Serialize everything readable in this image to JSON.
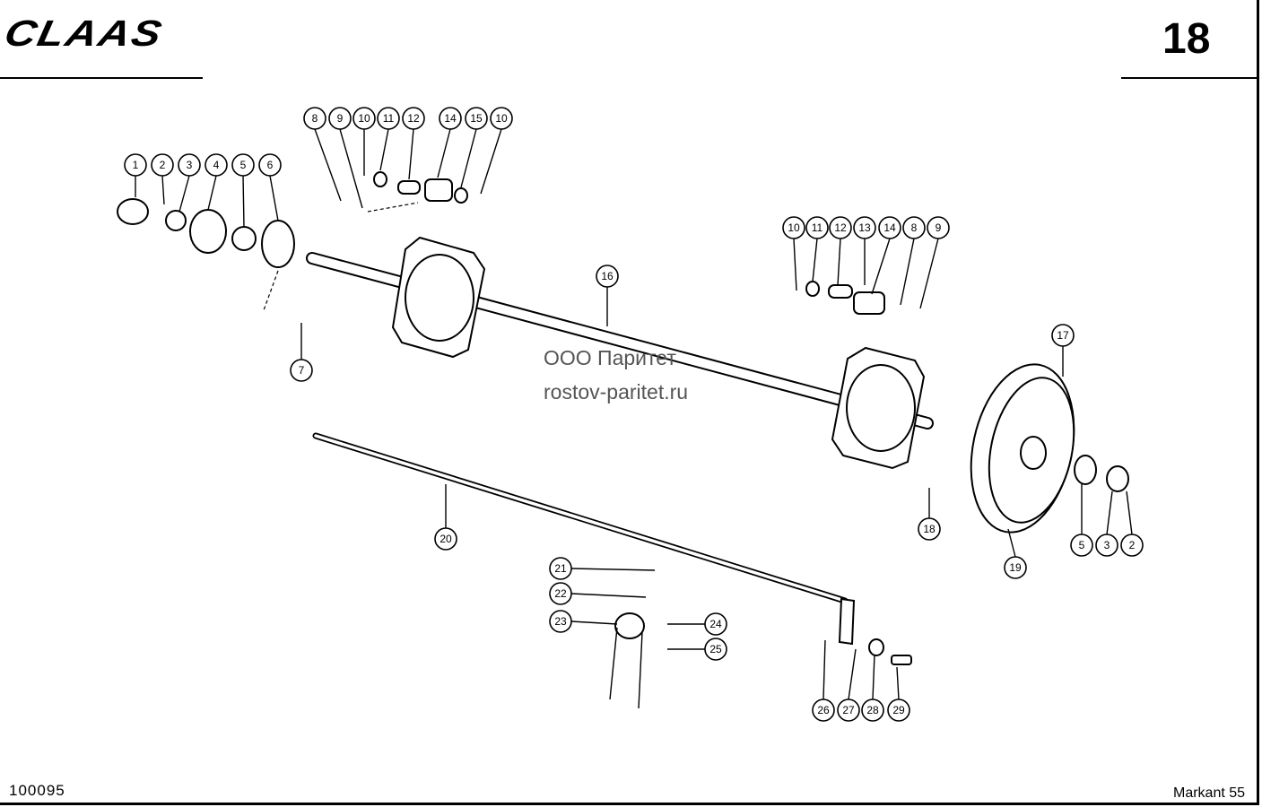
{
  "header": {
    "brand": "CLAAS",
    "page_number": "18"
  },
  "footer": {
    "document_id": "100095",
    "model": "Markant 55"
  },
  "watermark": {
    "line1": "ООО Паритет",
    "line2": "rostov-paritet.ru"
  },
  "callouts": [
    {
      "label": "1"
    },
    {
      "label": "2"
    },
    {
      "label": "3"
    },
    {
      "label": "4"
    },
    {
      "label": "5"
    },
    {
      "label": "6"
    },
    {
      "label": "8"
    },
    {
      "label": "9"
    },
    {
      "label": "10"
    },
    {
      "label": "11"
    },
    {
      "label": "12"
    },
    {
      "label": "14"
    },
    {
      "label": "15"
    },
    {
      "label": "10"
    },
    {
      "label": "10"
    },
    {
      "label": "11"
    },
    {
      "label": "12"
    },
    {
      "label": "13"
    },
    {
      "label": "14"
    },
    {
      "label": "8"
    },
    {
      "label": "9"
    },
    {
      "label": "16"
    },
    {
      "label": "7"
    },
    {
      "label": "17"
    },
    {
      "label": "18"
    },
    {
      "label": "19"
    },
    {
      "label": "5"
    },
    {
      "label": "3"
    },
    {
      "label": "2"
    },
    {
      "label": "20"
    },
    {
      "label": "21"
    },
    {
      "label": "22"
    },
    {
      "label": "23"
    },
    {
      "label": "24"
    },
    {
      "label": "25"
    },
    {
      "label": "26"
    },
    {
      "label": "27"
    },
    {
      "label": "28"
    },
    {
      "label": "29"
    }
  ]
}
